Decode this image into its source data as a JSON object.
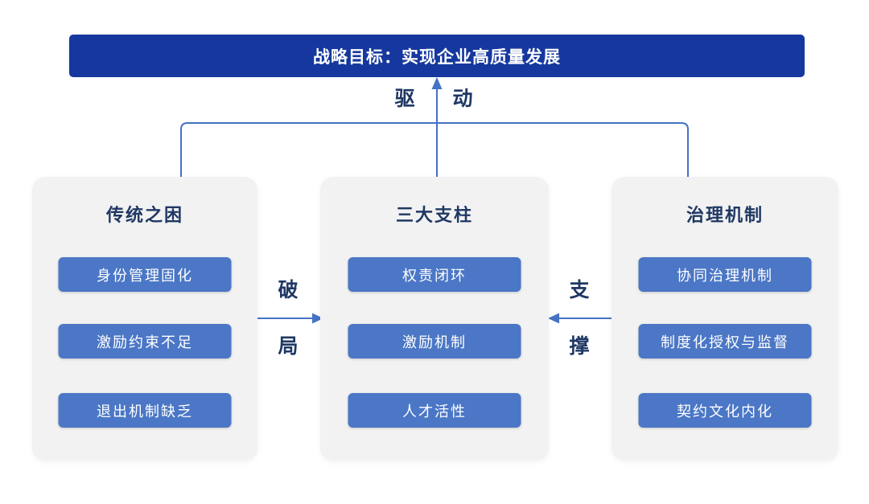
{
  "banner": {
    "label": "战略目标：实现企业高质量发展"
  },
  "connectors": {
    "drive": {
      "char1": "驱",
      "char2": "动"
    },
    "break": {
      "char1": "破",
      "char2": "局"
    },
    "support": {
      "char1": "支",
      "char2": "撑"
    }
  },
  "columns": [
    {
      "title": "传统之困",
      "items": [
        "身份管理固化",
        "激励约束不足",
        "退出机制缺乏"
      ]
    },
    {
      "title": "三大支柱",
      "items": [
        "权责闭环",
        "激励机制",
        "人才活性"
      ]
    },
    {
      "title": "治理机制",
      "items": [
        "协同治理机制",
        "制度化授权与监督",
        "契约文化内化"
      ]
    }
  ],
  "colors": {
    "banner_bg": "#16389E",
    "panel_bg": "#F2F2F2",
    "chip_bg": "#4B77C6",
    "line": "#4472C4",
    "navy": "#1F3864"
  }
}
